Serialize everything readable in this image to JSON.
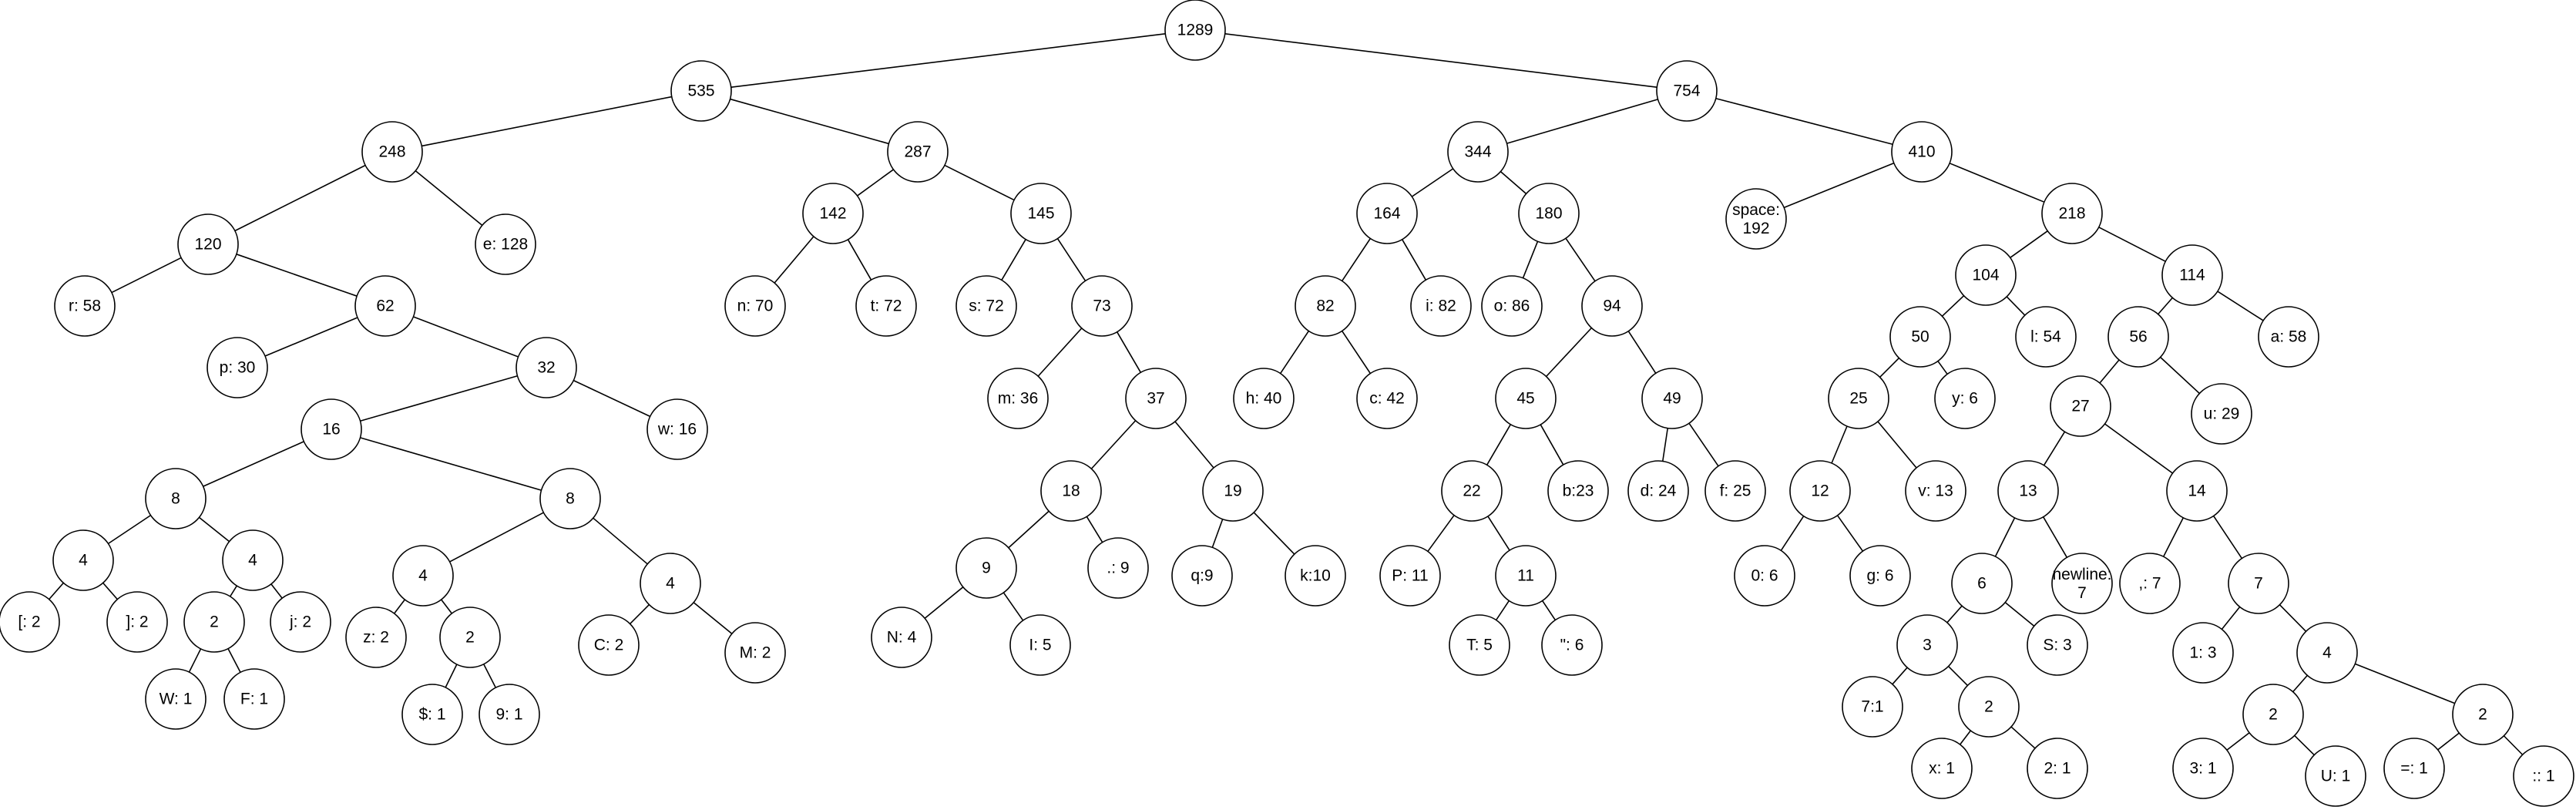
{
  "tree": {
    "nodes": [
      {
        "id": "n1289",
        "label": "1289"
      },
      {
        "id": "n535",
        "label": "535"
      },
      {
        "id": "n754",
        "label": "754"
      },
      {
        "id": "n248",
        "label": "248"
      },
      {
        "id": "n287",
        "label": "287"
      },
      {
        "id": "n344",
        "label": "344"
      },
      {
        "id": "n410",
        "label": "410"
      },
      {
        "id": "n120",
        "label": "120"
      },
      {
        "id": "e128",
        "label": "e: 128"
      },
      {
        "id": "n142",
        "label": "142"
      },
      {
        "id": "n145",
        "label": "145"
      },
      {
        "id": "n164",
        "label": "164"
      },
      {
        "id": "n180",
        "label": "180"
      },
      {
        "id": "space192",
        "label": "space: 192",
        "lines": [
          "space:",
          "192"
        ]
      },
      {
        "id": "n218",
        "label": "218"
      },
      {
        "id": "r58",
        "label": "r: 58"
      },
      {
        "id": "n62",
        "label": "62"
      },
      {
        "id": "n70",
        "label": "n: 70"
      },
      {
        "id": "t72",
        "label": "t: 72"
      },
      {
        "id": "s72",
        "label": "s: 72"
      },
      {
        "id": "n73",
        "label": "73"
      },
      {
        "id": "n82",
        "label": "82"
      },
      {
        "id": "i82",
        "label": "i: 82"
      },
      {
        "id": "o86",
        "label": "o: 86"
      },
      {
        "id": "n94",
        "label": "94"
      },
      {
        "id": "n104",
        "label": "104"
      },
      {
        "id": "n114",
        "label": "114"
      },
      {
        "id": "p30",
        "label": "p: 30"
      },
      {
        "id": "n32",
        "label": "32"
      },
      {
        "id": "m36",
        "label": "m: 36"
      },
      {
        "id": "n37",
        "label": "37"
      },
      {
        "id": "h40",
        "label": "h: 40"
      },
      {
        "id": "c42",
        "label": "c: 42"
      },
      {
        "id": "n45",
        "label": "45"
      },
      {
        "id": "n49",
        "label": "49"
      },
      {
        "id": "n50",
        "label": "50"
      },
      {
        "id": "l54",
        "label": "l: 54"
      },
      {
        "id": "n56",
        "label": "56"
      },
      {
        "id": "a58",
        "label": "a: 58"
      },
      {
        "id": "n16",
        "label": "16"
      },
      {
        "id": "w16",
        "label": "w: 16"
      },
      {
        "id": "n18",
        "label": "18"
      },
      {
        "id": "n19",
        "label": "19"
      },
      {
        "id": "n22",
        "label": "22"
      },
      {
        "id": "b23",
        "label": "b:23"
      },
      {
        "id": "d24",
        "label": "d: 24"
      },
      {
        "id": "f25",
        "label": "f: 25"
      },
      {
        "id": "n25",
        "label": "25"
      },
      {
        "id": "y6",
        "label": "y: 6"
      },
      {
        "id": "n27",
        "label": "27"
      },
      {
        "id": "u29",
        "label": "u: 29"
      },
      {
        "id": "n8a",
        "label": "8"
      },
      {
        "id": "n8b",
        "label": "8"
      },
      {
        "id": "n9",
        "label": "9"
      },
      {
        "id": "dot9",
        "label": ".: 9"
      },
      {
        "id": "q9",
        "label": "q:9"
      },
      {
        "id": "k10",
        "label": "k:10"
      },
      {
        "id": "P11",
        "label": "P: 11"
      },
      {
        "id": "n11",
        "label": "11"
      },
      {
        "id": "n12",
        "label": "12"
      },
      {
        "id": "v13",
        "label": "v: 13"
      },
      {
        "id": "n13",
        "label": "13"
      },
      {
        "id": "n14",
        "label": "14"
      },
      {
        "id": "n4a",
        "label": "4"
      },
      {
        "id": "n4b",
        "label": "4"
      },
      {
        "id": "n4c",
        "label": "4"
      },
      {
        "id": "n4d",
        "label": "4"
      },
      {
        "id": "N4",
        "label": "N: 4"
      },
      {
        "id": "I5",
        "label": "I: 5"
      },
      {
        "id": "T5",
        "label": "T: 5"
      },
      {
        "id": "quote6",
        "label": "\": 6"
      },
      {
        "id": "zero6",
        "label": "0: 6"
      },
      {
        "id": "g6",
        "label": "g: 6"
      },
      {
        "id": "n6",
        "label": "6"
      },
      {
        "id": "newline7",
        "label": "newline: 7",
        "lines": [
          "newline:",
          "7"
        ]
      },
      {
        "id": "comma7",
        "label": ",: 7"
      },
      {
        "id": "n7",
        "label": "7"
      },
      {
        "id": "lb2",
        "label": "[: 2"
      },
      {
        "id": "rb2",
        "label": "]: 2"
      },
      {
        "id": "n2a",
        "label": "2"
      },
      {
        "id": "j2",
        "label": "j: 2"
      },
      {
        "id": "z2",
        "label": "z: 2"
      },
      {
        "id": "n2b",
        "label": "2"
      },
      {
        "id": "C2",
        "label": "C:  2"
      },
      {
        "id": "M2",
        "label": "M: 2"
      },
      {
        "id": "n3",
        "label": "3"
      },
      {
        "id": "S3",
        "label": "S: 3"
      },
      {
        "id": "one3",
        "label": "1: 3"
      },
      {
        "id": "n4e",
        "label": "4"
      },
      {
        "id": "W1",
        "label": "W: 1"
      },
      {
        "id": "F1",
        "label": "F: 1"
      },
      {
        "id": "dollar1",
        "label": "$: 1"
      },
      {
        "id": "nine1",
        "label": "9: 1"
      },
      {
        "id": "seven1",
        "label": "7:1"
      },
      {
        "id": "n2c",
        "label": "2"
      },
      {
        "id": "n2d",
        "label": "2"
      },
      {
        "id": "n2e",
        "label": "2"
      },
      {
        "id": "x1",
        "label": "x: 1"
      },
      {
        "id": "two1",
        "label": "2: 1"
      },
      {
        "id": "three1",
        "label": "3: 1"
      },
      {
        "id": "U1",
        "label": "U: 1"
      },
      {
        "id": "eq1",
        "label": "=: 1"
      },
      {
        "id": "colon1",
        "label": ":: 1"
      }
    ],
    "edges": [
      [
        "n1289",
        "n535"
      ],
      [
        "n1289",
        "n754"
      ],
      [
        "n535",
        "n248"
      ],
      [
        "n535",
        "n287"
      ],
      [
        "n754",
        "n344"
      ],
      [
        "n754",
        "n410"
      ],
      [
        "n248",
        "n120"
      ],
      [
        "n248",
        "e128"
      ],
      [
        "n287",
        "n142"
      ],
      [
        "n287",
        "n145"
      ],
      [
        "n344",
        "n164"
      ],
      [
        "n344",
        "n180"
      ],
      [
        "n410",
        "space192"
      ],
      [
        "n410",
        "n218"
      ],
      [
        "n120",
        "r58"
      ],
      [
        "n120",
        "n62"
      ],
      [
        "n142",
        "n70"
      ],
      [
        "n142",
        "t72"
      ],
      [
        "n145",
        "s72"
      ],
      [
        "n145",
        "n73"
      ],
      [
        "n164",
        "n82"
      ],
      [
        "n164",
        "i82"
      ],
      [
        "n180",
        "o86"
      ],
      [
        "n180",
        "n94"
      ],
      [
        "n218",
        "n104"
      ],
      [
        "n218",
        "n114"
      ],
      [
        "n62",
        "p30"
      ],
      [
        "n62",
        "n32"
      ],
      [
        "n73",
        "m36"
      ],
      [
        "n73",
        "n37"
      ],
      [
        "n82",
        "h40"
      ],
      [
        "n82",
        "c42"
      ],
      [
        "n94",
        "n45"
      ],
      [
        "n94",
        "n49"
      ],
      [
        "n104",
        "n50"
      ],
      [
        "n104",
        "l54"
      ],
      [
        "n114",
        "n56"
      ],
      [
        "n114",
        "a58"
      ],
      [
        "n32",
        "n16"
      ],
      [
        "n32",
        "w16"
      ],
      [
        "n37",
        "n18"
      ],
      [
        "n37",
        "n19"
      ],
      [
        "n45",
        "n22"
      ],
      [
        "n45",
        "b23"
      ],
      [
        "n49",
        "d24"
      ],
      [
        "n49",
        "f25"
      ],
      [
        "n50",
        "n25"
      ],
      [
        "n50",
        "y6"
      ],
      [
        "n56",
        "n27"
      ],
      [
        "n56",
        "u29"
      ],
      [
        "n16",
        "n8a"
      ],
      [
        "n16",
        "n8b"
      ],
      [
        "n18",
        "n9"
      ],
      [
        "n18",
        "dot9"
      ],
      [
        "n19",
        "q9"
      ],
      [
        "n19",
        "k10"
      ],
      [
        "n22",
        "P11"
      ],
      [
        "n22",
        "n11"
      ],
      [
        "n25",
        "n12"
      ],
      [
        "n25",
        "v13"
      ],
      [
        "n27",
        "n13"
      ],
      [
        "n27",
        "n14"
      ],
      [
        "n8a",
        "n4a"
      ],
      [
        "n8a",
        "n4b"
      ],
      [
        "n8b",
        "n4c"
      ],
      [
        "n8b",
        "n4d"
      ],
      [
        "n9",
        "N4"
      ],
      [
        "n9",
        "I5"
      ],
      [
        "n11",
        "T5"
      ],
      [
        "n11",
        "quote6"
      ],
      [
        "n12",
        "zero6"
      ],
      [
        "n12",
        "g6"
      ],
      [
        "n13",
        "n6"
      ],
      [
        "n13",
        "newline7"
      ],
      [
        "n14",
        "comma7"
      ],
      [
        "n14",
        "n7"
      ],
      [
        "n4a",
        "lb2"
      ],
      [
        "n4a",
        "rb2"
      ],
      [
        "n4b",
        "n2a"
      ],
      [
        "n4b",
        "j2"
      ],
      [
        "n4c",
        "z2"
      ],
      [
        "n4c",
        "n2b"
      ],
      [
        "n4d",
        "C2"
      ],
      [
        "n4d",
        "M2"
      ],
      [
        "n6",
        "n3"
      ],
      [
        "n6",
        "S3"
      ],
      [
        "n7",
        "one3"
      ],
      [
        "n7",
        "n4e"
      ],
      [
        "n2a",
        "W1"
      ],
      [
        "n2a",
        "F1"
      ],
      [
        "n2b",
        "dollar1"
      ],
      [
        "n2b",
        "nine1"
      ],
      [
        "n3",
        "seven1"
      ],
      [
        "n3",
        "n2c"
      ],
      [
        "n4e",
        "n2d"
      ],
      [
        "n4e",
        "n2e"
      ],
      [
        "n2c",
        "x1"
      ],
      [
        "n2c",
        "two1"
      ],
      [
        "n2d",
        "three1"
      ],
      [
        "n2d",
        "U1"
      ],
      [
        "n2e",
        "eq1"
      ],
      [
        "n2e",
        "colon1"
      ]
    ]
  }
}
